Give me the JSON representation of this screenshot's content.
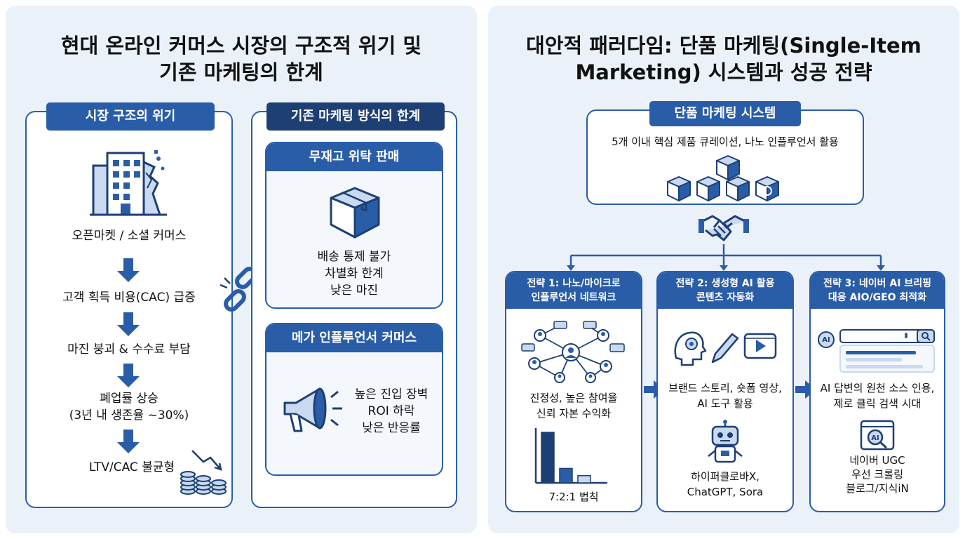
{
  "left": {
    "title_lines": [
      "현대 온라인 커머스 시장의 구조적 위기 및",
      "기존 마케팅의 한계"
    ],
    "crisis": {
      "header": "시장 구조의 위기",
      "steps": [
        "오픈마켓 / 소셜 커머스",
        "고객 획득 비용(CAC) 급증",
        "마진 붕괴 & 수수료 부담",
        "폐업률 상승",
        "(3년 내 생존율 ~30%)",
        "LTV/CAC 불균형"
      ]
    },
    "limits": {
      "header": "기존 마케팅 방식의 한계",
      "consign": {
        "header": "무재고 위탁 판매",
        "lines": [
          "배송 통제 불가",
          "차별화 한계",
          "낮은 마진"
        ]
      },
      "mega": {
        "header": "메가 인플루언서 커머스",
        "lines": [
          "높은 진입 장벽",
          "ROI 하락",
          "낮은 반응률"
        ]
      }
    }
  },
  "right": {
    "title_lines": [
      "대안적 패러다임: 단품 마케팅(Single-Item",
      "Marketing) 시스템과 성공 전략"
    ],
    "system": {
      "header": "단품 마케팅 시스템",
      "subtitle": "5개 이내 핵심 제품 큐레이션, 나노 인플루언서 활용"
    },
    "strategies": [
      {
        "header_lines": [
          "전략 1: 나노/마이크로",
          "인플루언서 네트워크"
        ],
        "text1": [
          "진정성, 높은 참여율",
          "신뢰 자본 수익화"
        ],
        "text2": [
          "7:2:1 법칙"
        ]
      },
      {
        "header_lines": [
          "전략 2: 생성형 AI 활용",
          "콘텐츠 자동화"
        ],
        "text1": [
          "브랜드 스토리, 숏폼 영상,",
          "AI 도구 활용"
        ],
        "text2": [
          "하이퍼클로바X,",
          "ChatGPT, Sora"
        ]
      },
      {
        "header_lines": [
          "전략 3: 네이버 AI 브리핑",
          "대응 AIO/GEO 최적화"
        ],
        "text1": [
          "AI 답변의 원천 소스 인용,",
          "제로 클릭 검색 시대"
        ],
        "text2": [
          "네이버 UGC",
          "우선 크롤링",
          "블로그/지식iN"
        ]
      }
    ],
    "ai_badge": "AI",
    "ai_lens": "AI"
  },
  "colors": {
    "primary": "#2a5da8",
    "dark": "#1d3f73",
    "panel_bg": "#eaf1f9",
    "icon_light": "#c9daf0"
  },
  "chart_721": {
    "values": [
      7,
      2,
      1
    ]
  }
}
